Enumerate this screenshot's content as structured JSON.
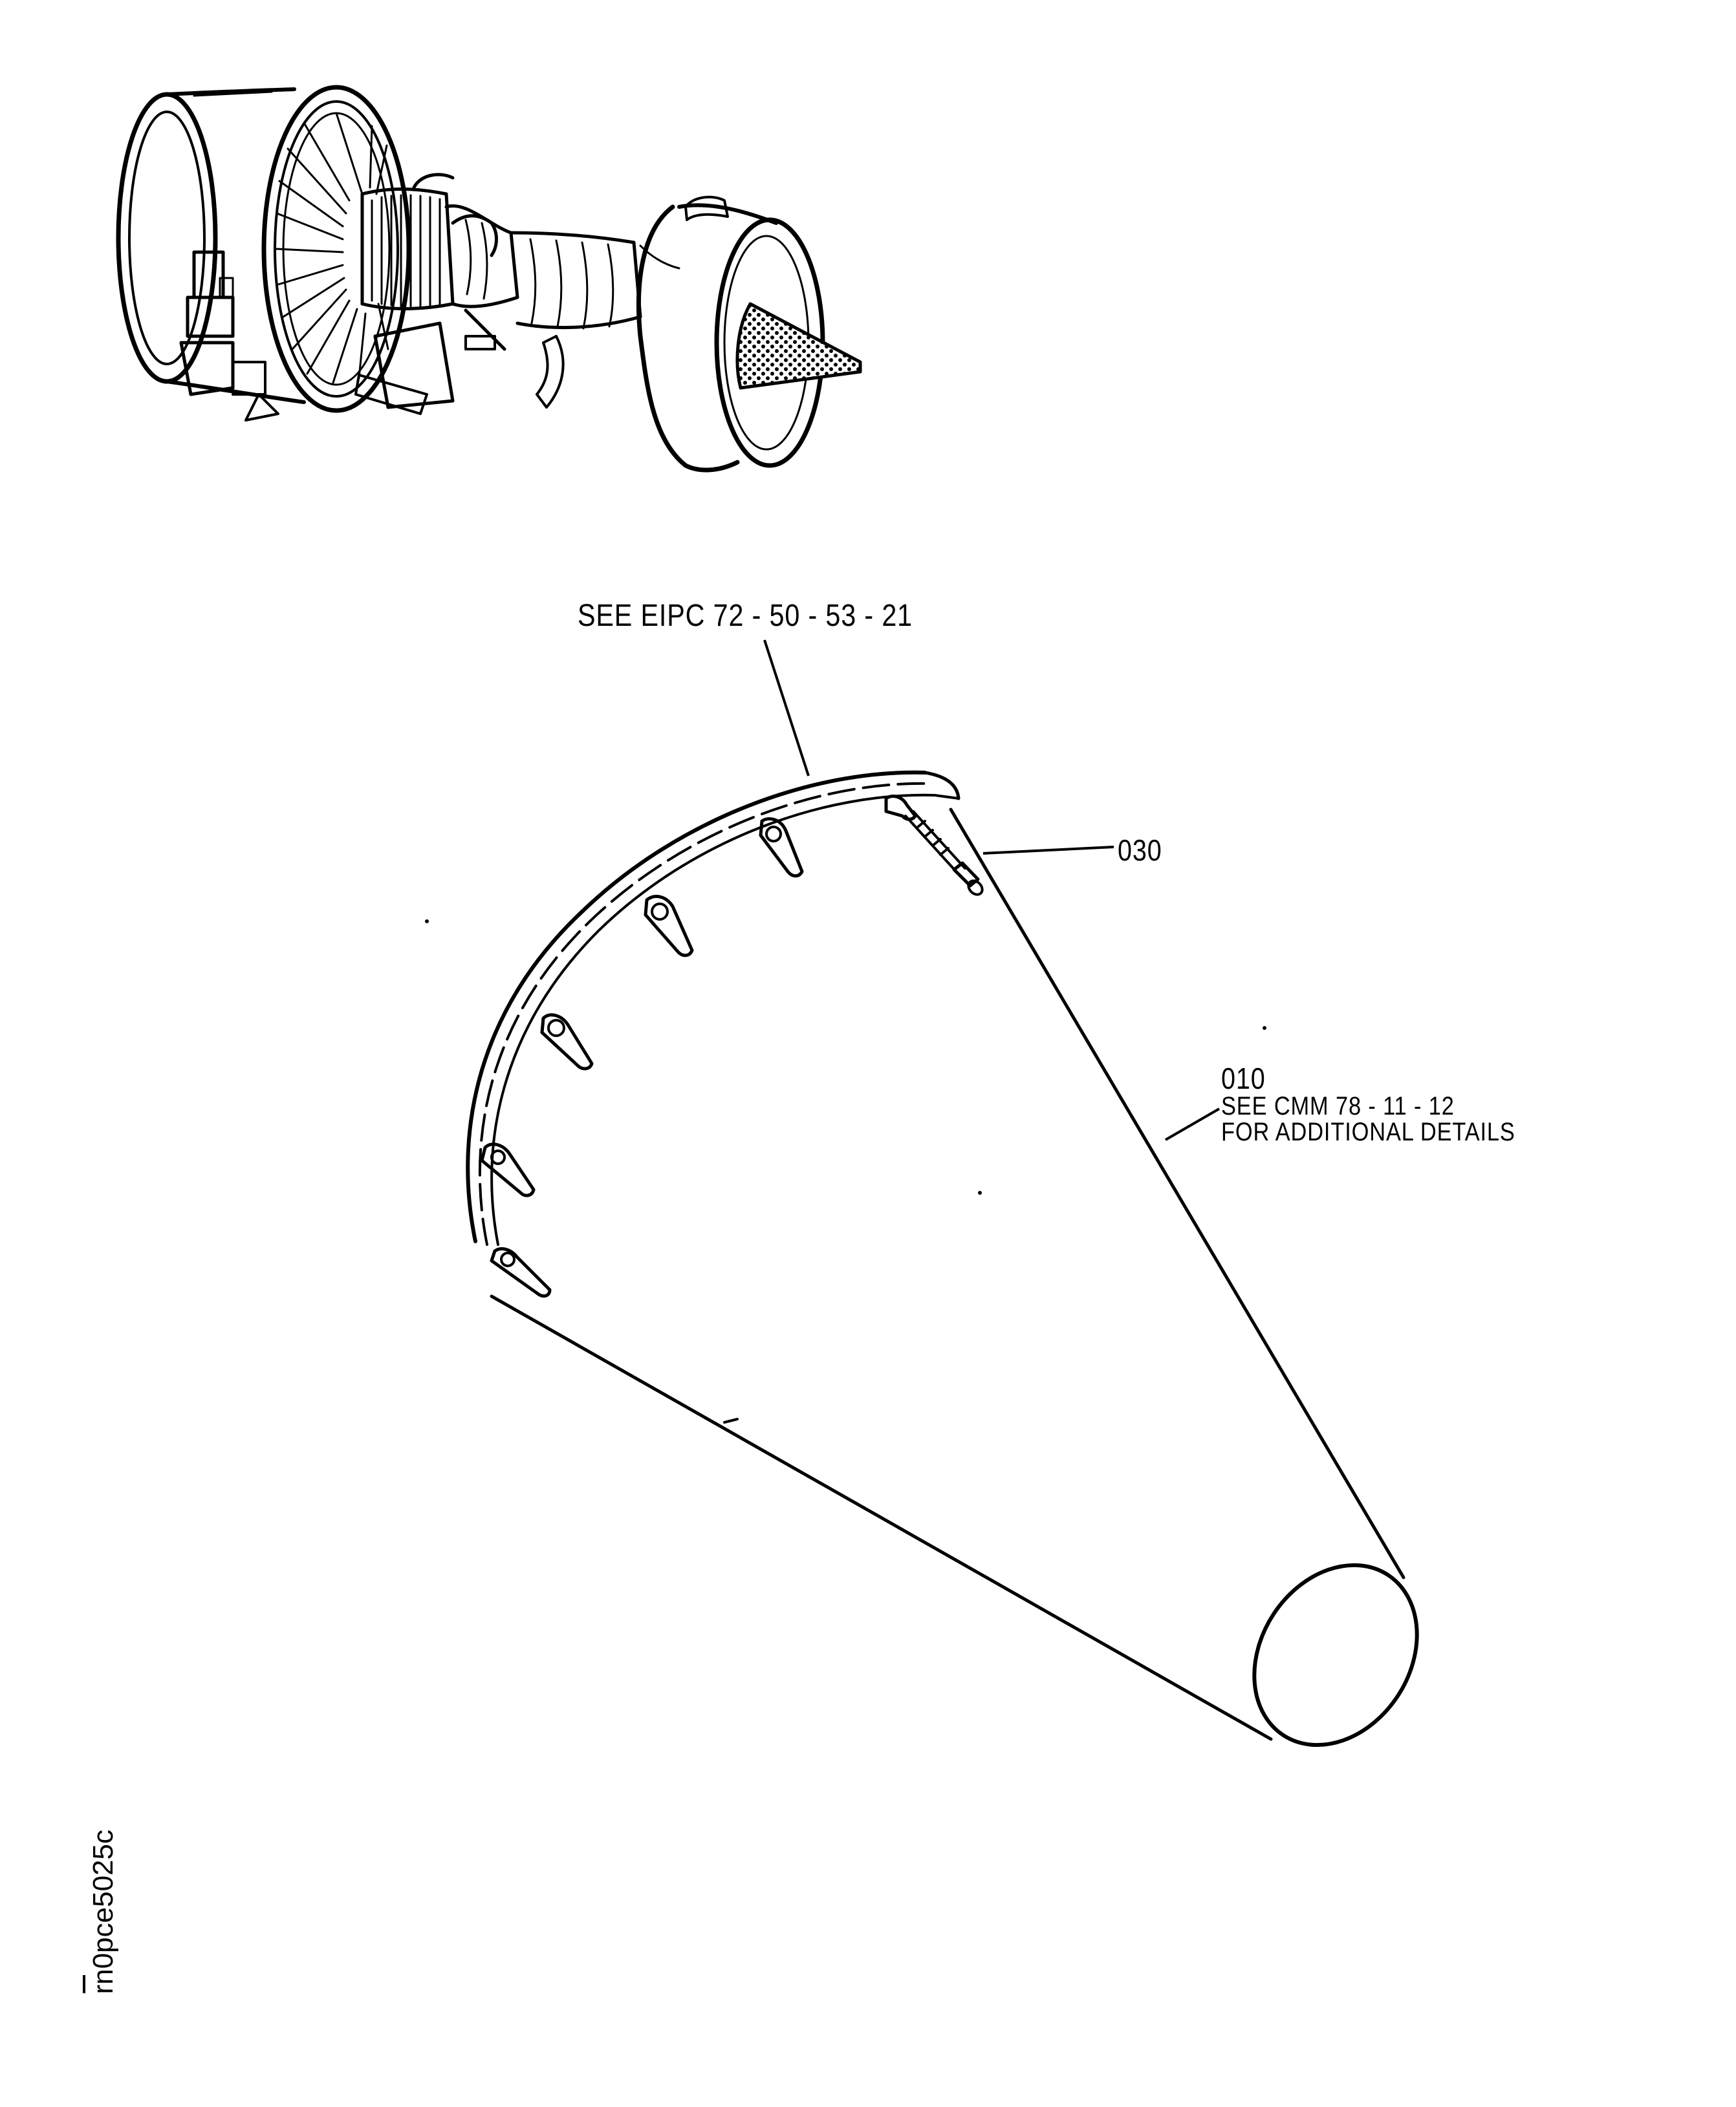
{
  "labels": {
    "eipc_ref": "SEE EIPC  72 - 50 - 53 - 21",
    "item_030": "030",
    "item_010": "010",
    "cmm_ref": "SEE  CMM  78 - 11 - 12",
    "additional_details": "FOR ADDITIONAL  DETAILS",
    "figure_id": "rn0pce5025c"
  },
  "icons": {
    "engine": "turbofan-engine-icon",
    "exhaust_cone": "exhaust-cone-icon",
    "bolt": "bolt-icon"
  },
  "colors": {
    "ink": "#000000",
    "paper": "#ffffff"
  }
}
